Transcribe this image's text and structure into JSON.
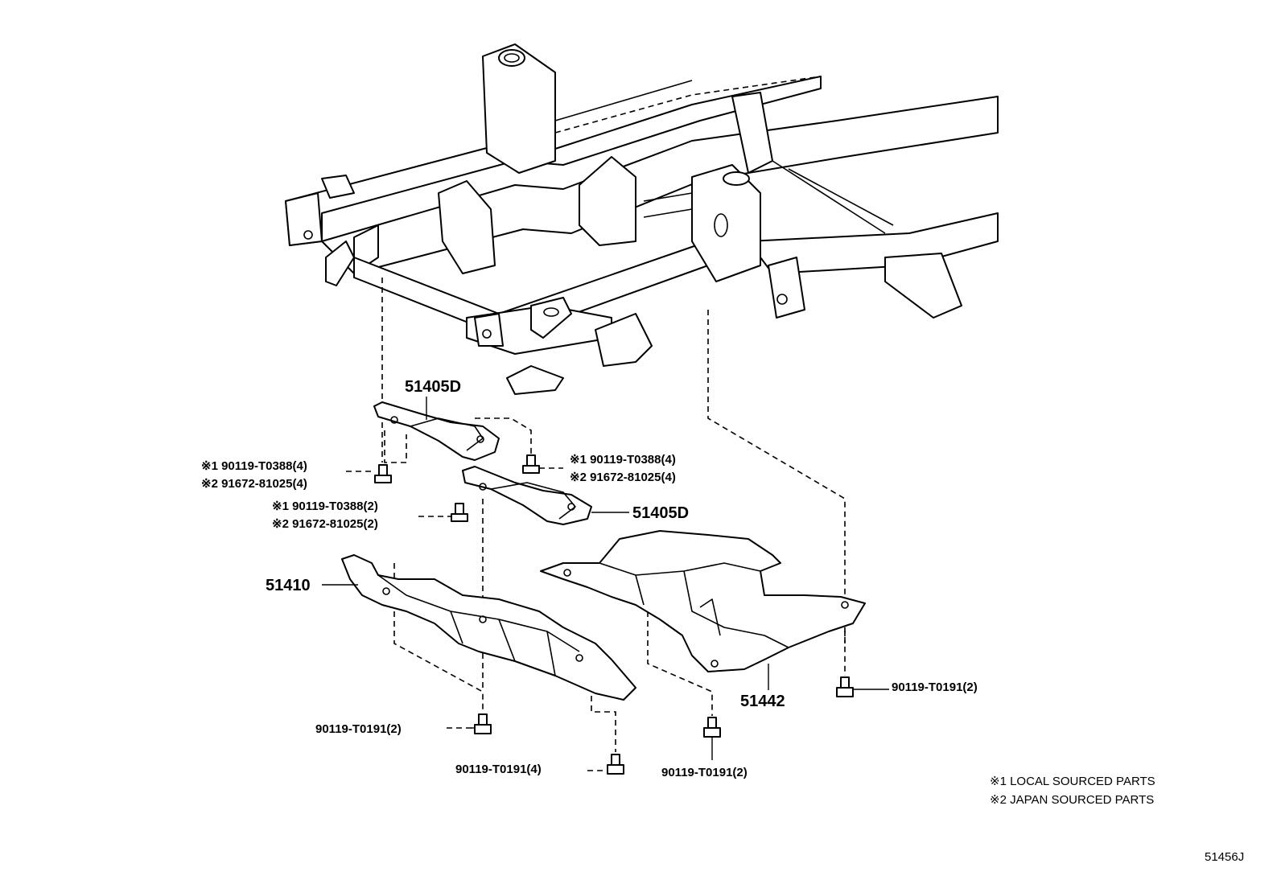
{
  "diagram_id": "51456J",
  "parts": {
    "bracket_upper": "51405D",
    "bracket_lower": "51405D",
    "cover_left": "51410",
    "cover_right": "51442"
  },
  "fasteners": {
    "upper_left": {
      "line1": "※1 90119-T0388(4)",
      "line2": "※2 91672-81025(4)"
    },
    "upper_right": {
      "line1": "※1 90119-T0388(4)",
      "line2": "※2 91672-81025(4)"
    },
    "middle": {
      "line1": "※1 90119-T0388(2)",
      "line2": "※2 91672-81025(2)"
    },
    "bolt_left_bottom": "90119-T0191(2)",
    "bolt_center_bottom": "90119-T0191(4)",
    "bolt_right_center": "90119-T0191(2)",
    "bolt_right_far": "90119-T0191(2)"
  },
  "notes": {
    "note1": "※1 LOCAL SOURCED PARTS",
    "note2": "※2 JAPAN SOURCED PARTS"
  },
  "colors": {
    "line": "#000000",
    "background": "#ffffff"
  }
}
